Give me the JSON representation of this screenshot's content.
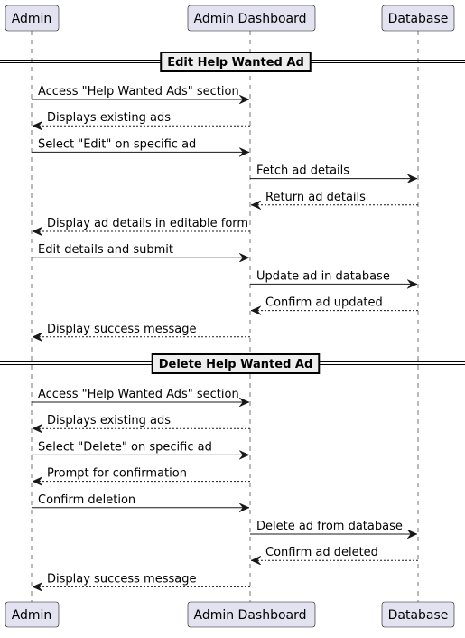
{
  "participants": [
    {
      "id": "admin",
      "name": "Admin"
    },
    {
      "id": "dashboard",
      "name": "Admin Dashboard"
    },
    {
      "id": "database",
      "name": "Database"
    }
  ],
  "sections": [
    {
      "title": "Edit Help Wanted Ad",
      "messages": [
        {
          "from": "admin",
          "to": "dashboard",
          "text": "Access \"Help Wanted Ads\" section",
          "reply": false
        },
        {
          "from": "dashboard",
          "to": "admin",
          "text": "Displays existing ads",
          "reply": true
        },
        {
          "from": "admin",
          "to": "dashboard",
          "text": "Select \"Edit\" on specific ad",
          "reply": false
        },
        {
          "from": "dashboard",
          "to": "database",
          "text": "Fetch ad details",
          "reply": false
        },
        {
          "from": "database",
          "to": "dashboard",
          "text": "Return ad details",
          "reply": true
        },
        {
          "from": "dashboard",
          "to": "admin",
          "text": "Display ad details in editable form",
          "reply": true
        },
        {
          "from": "admin",
          "to": "dashboard",
          "text": "Edit details and submit",
          "reply": false
        },
        {
          "from": "dashboard",
          "to": "database",
          "text": "Update ad in database",
          "reply": false
        },
        {
          "from": "database",
          "to": "dashboard",
          "text": "Confirm ad updated",
          "reply": true
        },
        {
          "from": "dashboard",
          "to": "admin",
          "text": "Display success message",
          "reply": true
        }
      ]
    },
    {
      "title": "Delete Help Wanted Ad",
      "messages": [
        {
          "from": "admin",
          "to": "dashboard",
          "text": "Access \"Help Wanted Ads\" section",
          "reply": false
        },
        {
          "from": "dashboard",
          "to": "admin",
          "text": "Displays existing ads",
          "reply": true
        },
        {
          "from": "admin",
          "to": "dashboard",
          "text": "Select \"Delete\" on specific ad",
          "reply": false
        },
        {
          "from": "dashboard",
          "to": "admin",
          "text": "Prompt for confirmation",
          "reply": true
        },
        {
          "from": "admin",
          "to": "dashboard",
          "text": "Confirm deletion",
          "reply": false
        },
        {
          "from": "dashboard",
          "to": "database",
          "text": "Delete ad from database",
          "reply": false
        },
        {
          "from": "database",
          "to": "dashboard",
          "text": "Confirm ad deleted",
          "reply": true
        },
        {
          "from": "dashboard",
          "to": "admin",
          "text": "Display success message",
          "reply": true
        }
      ]
    }
  ]
}
